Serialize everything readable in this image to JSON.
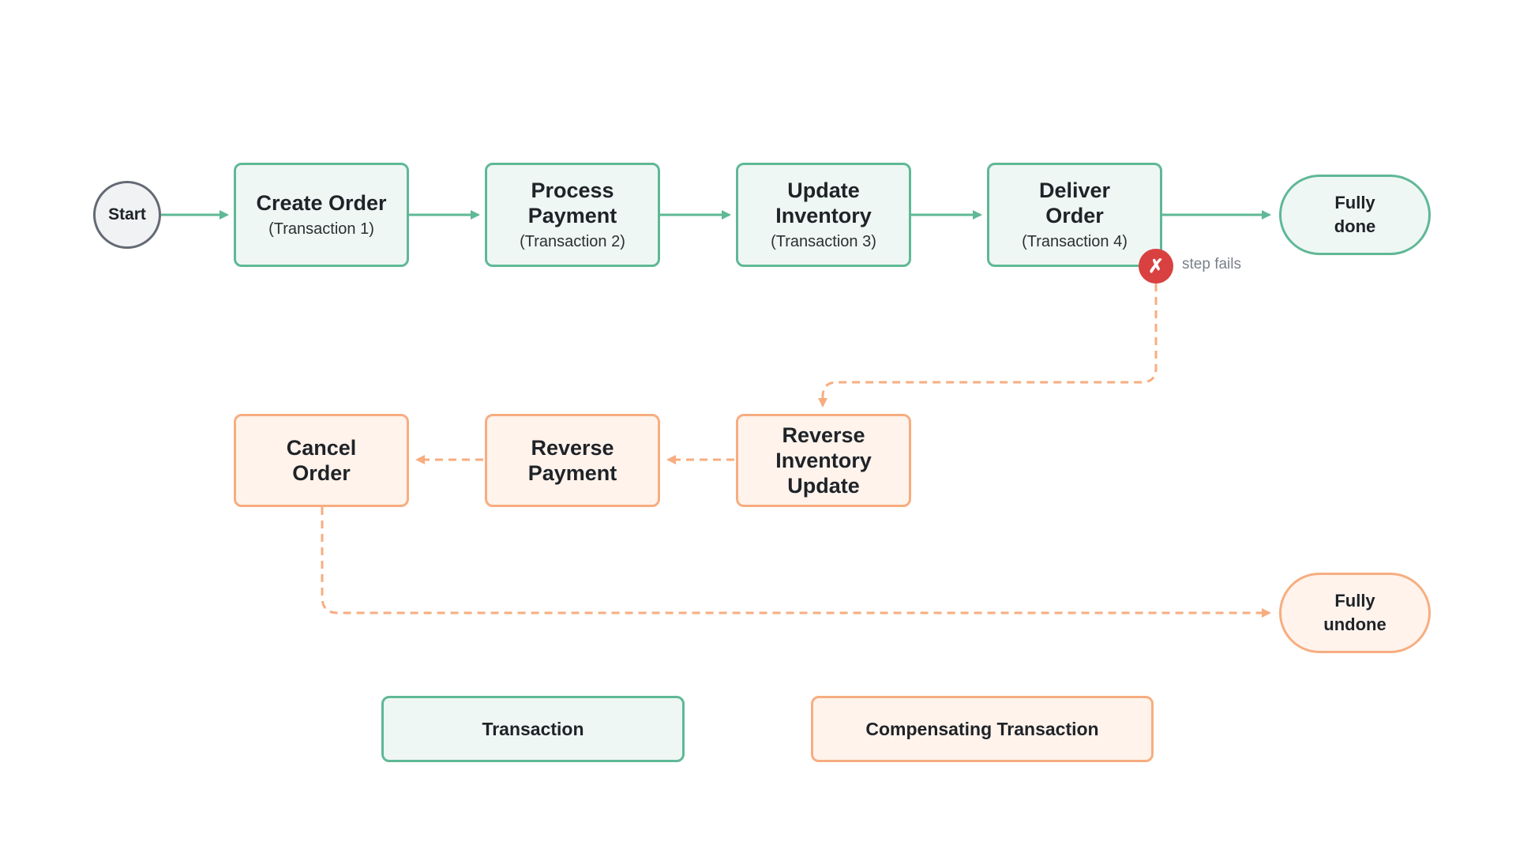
{
  "start": "Start",
  "transactions": [
    {
      "title": "Create Order",
      "sub": "(Transaction 1)"
    },
    {
      "title": "Process Payment",
      "sub": "(Transaction 2)"
    },
    {
      "title": "Update Inventory",
      "sub": "(Transaction 3)"
    },
    {
      "title": "Deliver Order",
      "sub": "(Transaction 4)"
    }
  ],
  "done": "Fully done",
  "failure": {
    "icon": "x-mark-icon",
    "glyph": "✗",
    "label": "step fails"
  },
  "compensations": [
    {
      "title": "Reverse Inventory Update"
    },
    {
      "title": "Reverse Payment"
    },
    {
      "title": "Cancel Order"
    }
  ],
  "undone": "Fully undone",
  "legend": {
    "transaction": "Transaction",
    "compensating": "Compensating Transaction"
  },
  "colors": {
    "transaction_fill": "#eef7f3",
    "transaction_stroke": "#5fb896",
    "compensation_fill": "#fff3ec",
    "compensation_stroke": "#f7ad80",
    "failure": "#d94040"
  }
}
